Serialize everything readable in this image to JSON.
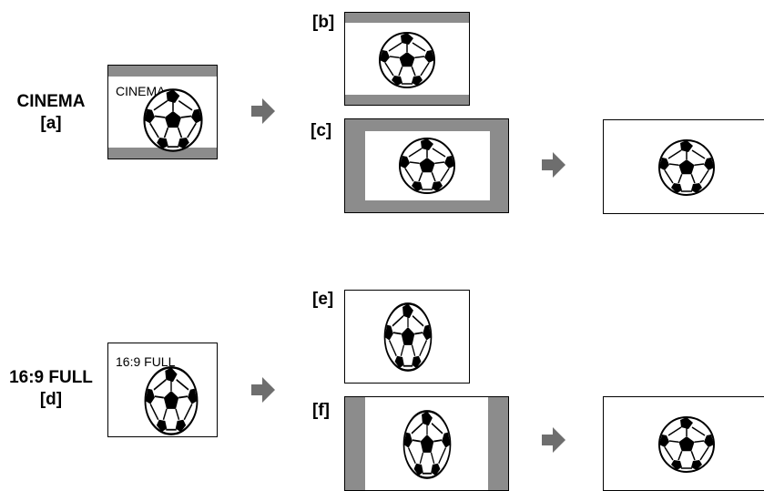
{
  "colors": {
    "bar_gray": "#8c8c8c",
    "arrow_gray": "#6e6e6e",
    "outline": "#000000"
  },
  "icons": {
    "ball": "soccer-ball-icon",
    "arrow": "right-arrow-icon"
  },
  "cinema_section": {
    "mode_label": "CINEMA",
    "mode_tag": "[a]",
    "screen_text": "CINEMA",
    "tag_b": "[b]",
    "tag_c": "[c]"
  },
  "full_section": {
    "mode_label": "16:9 FULL",
    "mode_tag": "[d]",
    "screen_text": "16:9 FULL",
    "tag_e": "[e]",
    "tag_f": "[f]"
  }
}
